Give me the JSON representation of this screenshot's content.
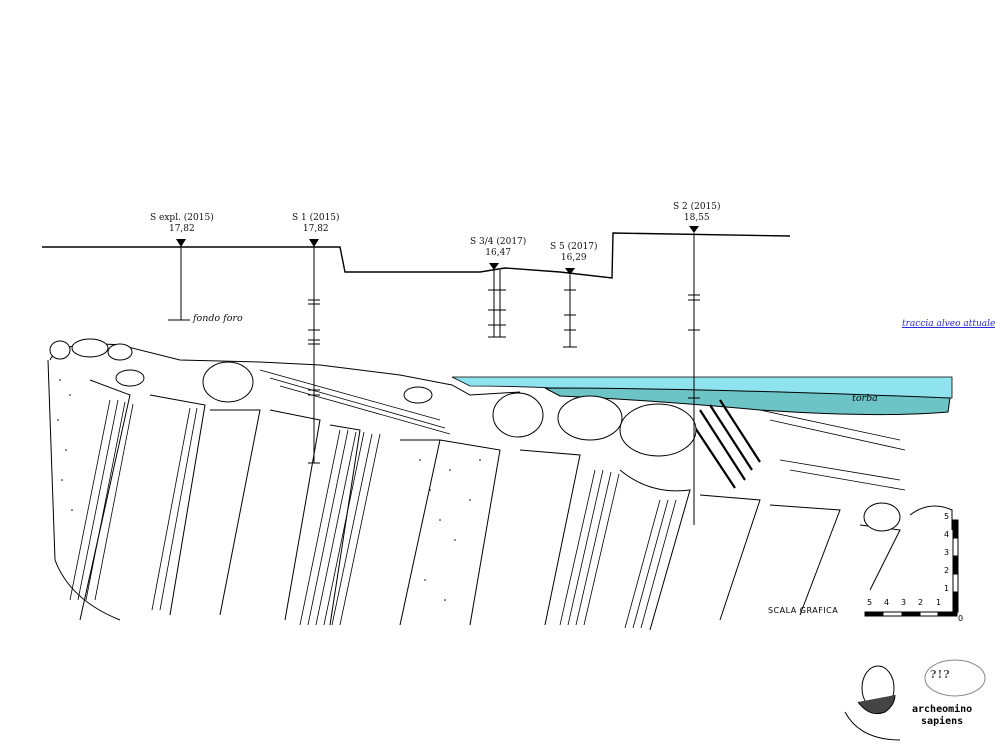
{
  "boreholes": [
    {
      "id": "s-expl",
      "name": "S expl. (2015)",
      "elevation": "17,82"
    },
    {
      "id": "s1",
      "name": "S 1 (2015)",
      "elevation": "17,82"
    },
    {
      "id": "s34",
      "name": "S 3/4 (2017)",
      "elevation": "16,47"
    },
    {
      "id": "s5",
      "name": "S 5 (2017)",
      "elevation": "16,29"
    },
    {
      "id": "s2",
      "name": "S 2 (2015)",
      "elevation": "18,55"
    }
  ],
  "annotations": {
    "fondo_foro": "fondo foro",
    "traccia_alveo": "traccia alveo attuale",
    "torba": "torba"
  },
  "scale_bar": {
    "label": "SCALA GRAFICA",
    "horizontal_ticks": [
      "5",
      "4",
      "3",
      "2",
      "1",
      "0"
    ],
    "vertical_ticks": [
      "5",
      "4",
      "3",
      "2",
      "1"
    ]
  },
  "logo": {
    "line1": "archeomino",
    "line2": "sapiens",
    "bubble": "?!?"
  },
  "colors": {
    "water": "#8fe3ee",
    "peat": "#6cc4c6",
    "link": "#2b2bd6"
  }
}
